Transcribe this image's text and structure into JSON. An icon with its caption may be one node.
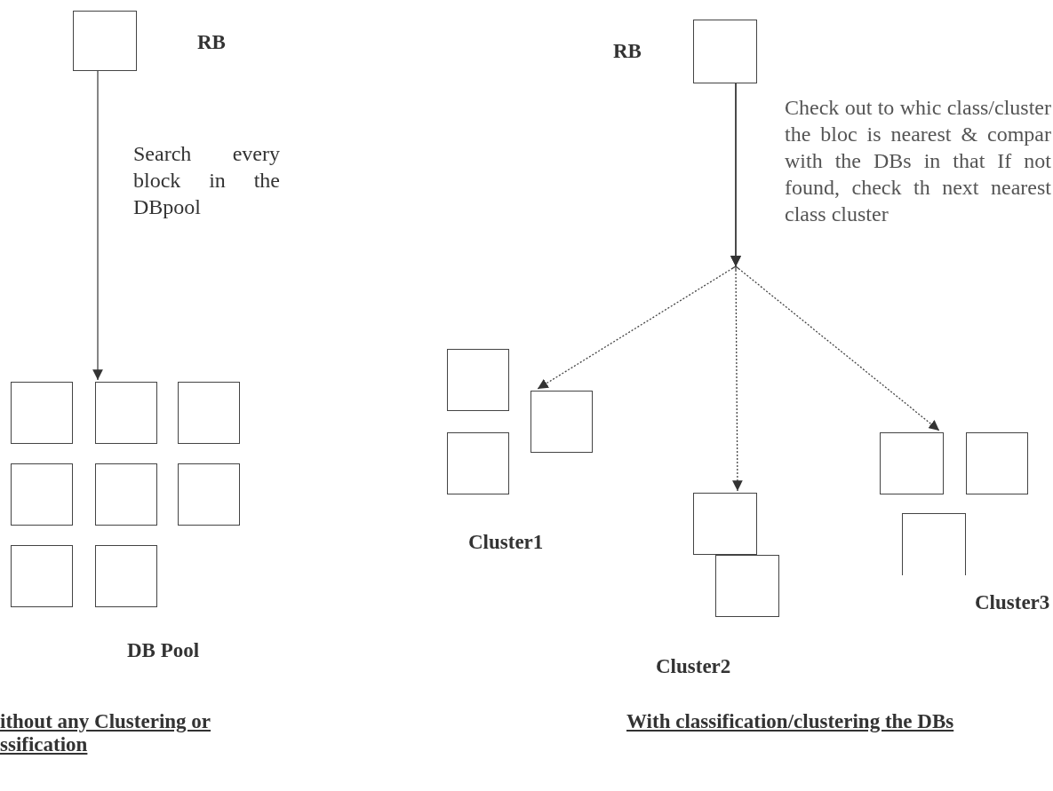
{
  "diagram": {
    "nodes": [
      {
        "text": [],
        "shape": "box",
        "beside": [
          "RB"
        ]
      },
      {
        "text": [],
        "shape": "box"
      },
      {
        "text": [],
        "shape": "box"
      },
      {
        "text": [],
        "shape": "box"
      },
      {
        "text": [],
        "shape": "box"
      },
      {
        "text": [],
        "shape": "box"
      },
      {
        "text": [],
        "shape": "box"
      },
      {
        "text": [],
        "shape": "box"
      },
      {
        "text": [],
        "shape": "box"
      },
      {
        "text": [],
        "shape": "box",
        "beside": [
          "RB"
        ]
      },
      {
        "text": [],
        "shape": "box"
      },
      {
        "text": [],
        "shape": "box"
      },
      {
        "text": [],
        "shape": "box"
      },
      {
        "text": [],
        "shape": "box"
      },
      {
        "text": [],
        "shape": "box"
      },
      {
        "text": [],
        "shape": "box"
      },
      {
        "text": [],
        "shape": "box"
      },
      {
        "text": [],
        "shape": "box"
      }
    ],
    "edges": [
      {
        "from": 0,
        "to": 2,
        "arrow": "to",
        "label": "Search every block in the DBpool"
      },
      {
        "from": 9,
        "to": 11,
        "arrow": "to",
        "style": "dashed"
      },
      {
        "from": 9,
        "to": 13,
        "arrow": "to",
        "style": "dashed"
      },
      {
        "from": 9,
        "to": 15,
        "arrow": "to",
        "style": "dashed"
      }
    ],
    "labels": [
      "Check out to whic class/cluster the bloc is nearest & compar with the DBs in that If not found, check th next nearest class cluster",
      "DB Pool",
      "Cluster1",
      "Cluster3",
      "Cluster2",
      "ithout any Clustering or ssification",
      "With classification/clustering the DBs"
    ]
  }
}
